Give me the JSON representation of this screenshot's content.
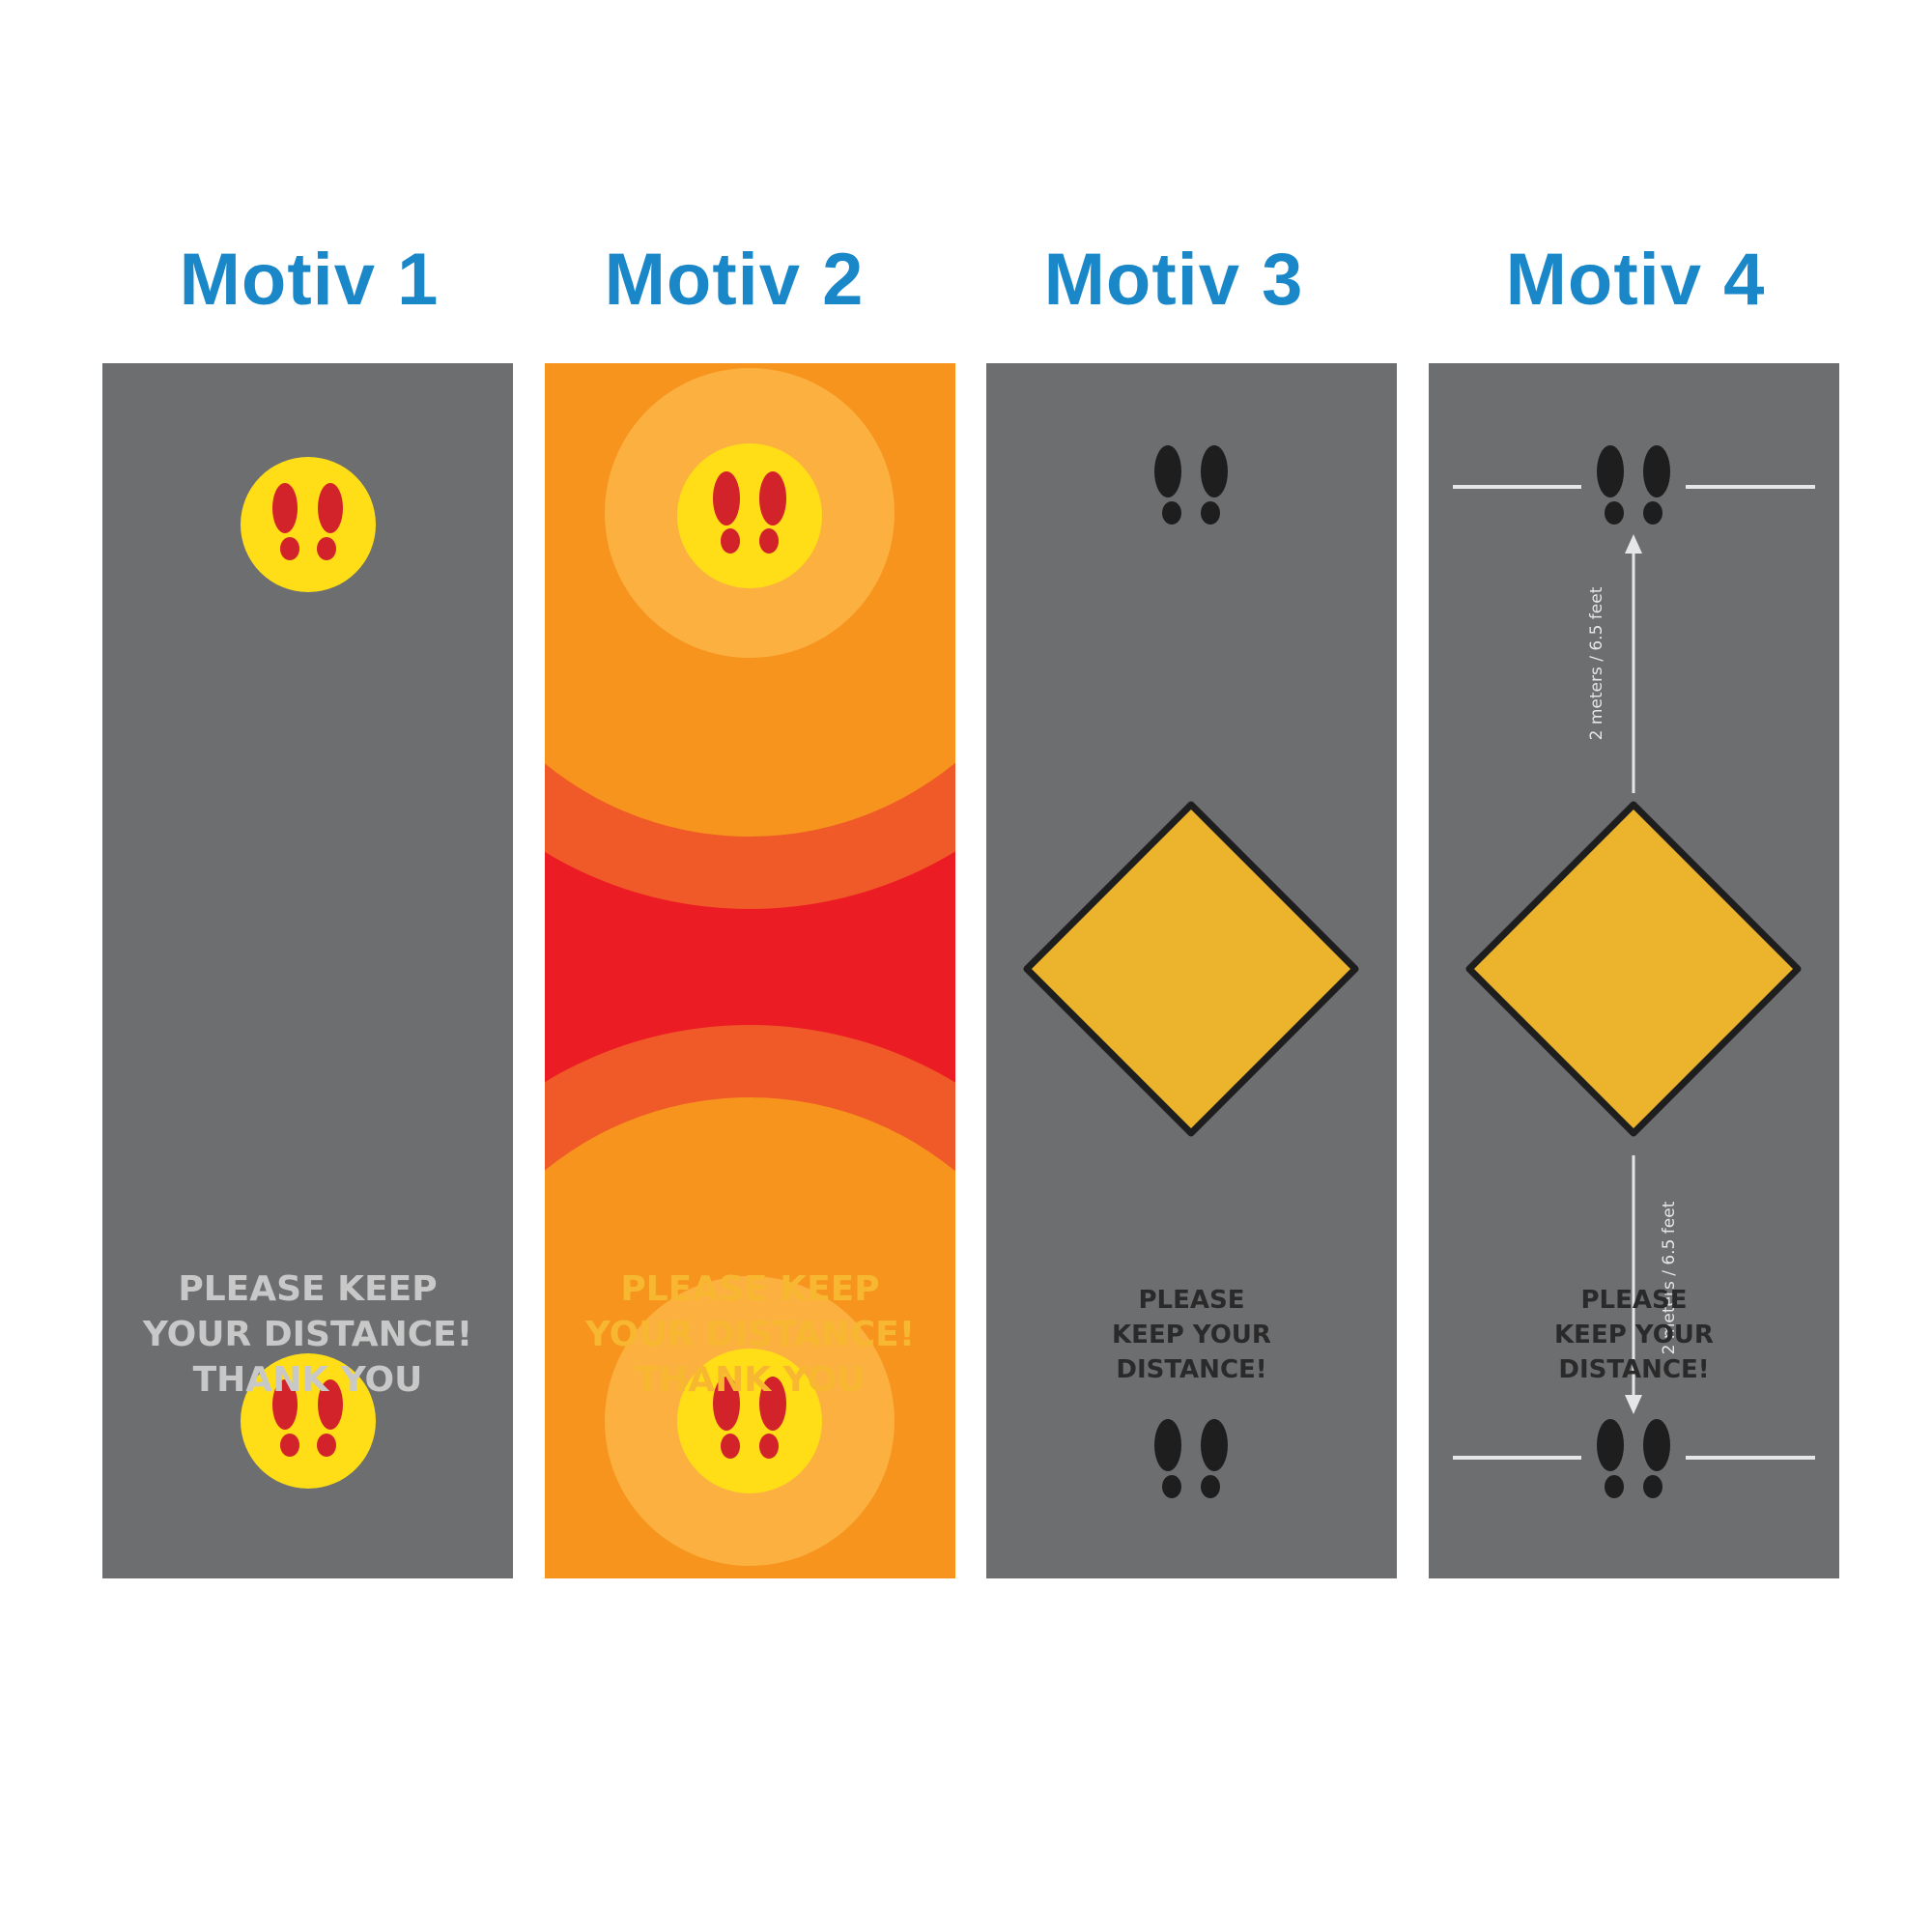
{
  "titles": [
    "Motiv 1",
    "Motiv 2",
    "Motiv 3",
    "Motiv 4"
  ],
  "message_lines": [
    "PLEASE KEEP",
    "YOUR DISTANCE!",
    "THANK YOU"
  ],
  "sign_lines": [
    "PLEASE",
    "KEEP YOUR",
    "DISTANCE!"
  ],
  "distance_label": "2 meters / 6.5 feet",
  "icons": [
    "footprints-icon",
    "warning-diamond-icon",
    "double-arrow-icon"
  ],
  "colors": {
    "title": "#1a87c8",
    "panel_grey": "#6d6e70",
    "red": "#ec1c24",
    "orange_dark": "#f05a28",
    "orange": "#f7941d",
    "orange_light": "#fbb040",
    "yellow": "#ffde17",
    "sign_yellow": "#ecb32c",
    "footprint_red": "#d2232a"
  }
}
